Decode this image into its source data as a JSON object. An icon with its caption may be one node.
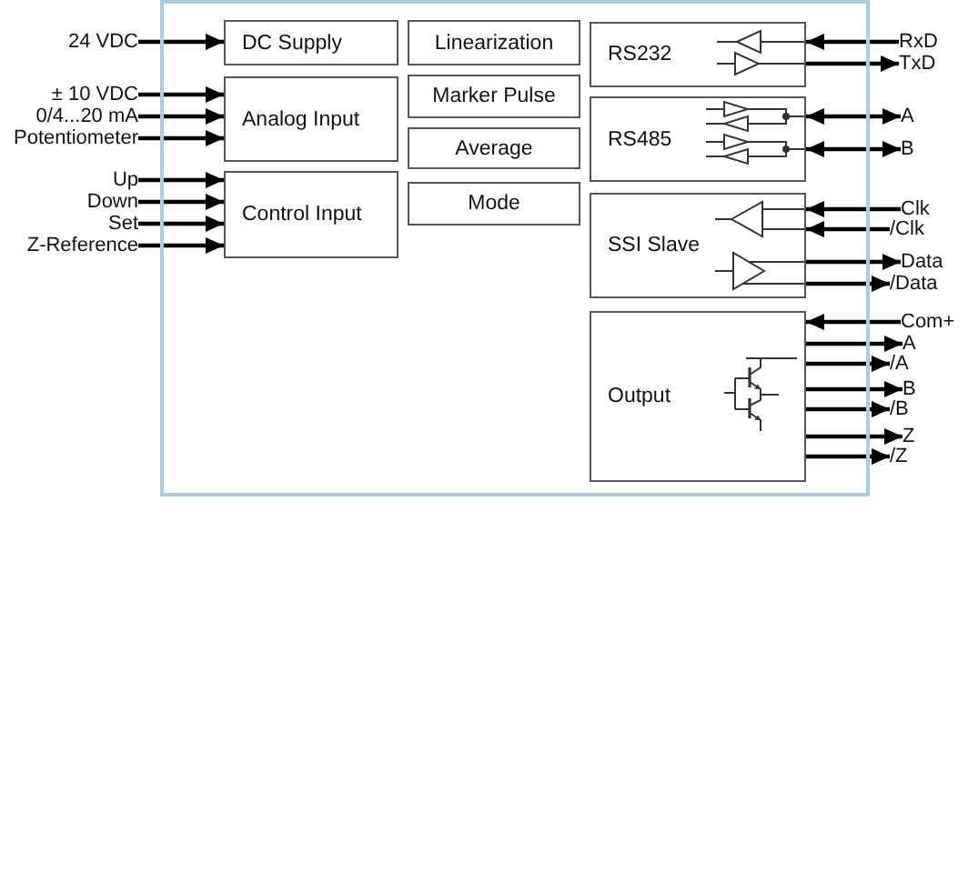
{
  "diagram": {
    "nodes": [
      {
        "text": [],
        "shape": "box"
      },
      {
        "text": [
          "24 VDC"
        ]
      },
      {
        "text": [
          "DC Supply"
        ],
        "in": 0
      },
      {
        "text": [
          "Linearization"
        ],
        "in": 0
      },
      {
        "text": [
          "RS232"
        ],
        "in": 0
      },
      {
        "text": [
          "RxD"
        ]
      },
      {
        "text": [
          "TxD"
        ]
      },
      {
        "text": [
          "± 10 VDC"
        ]
      },
      {
        "text": [
          "0/4...20 mA"
        ]
      },
      {
        "text": [
          "Potentiometer"
        ]
      },
      {
        "text": [
          "Analog Input"
        ],
        "in": 0
      },
      {
        "text": [
          "Marker Pulse"
        ],
        "in": 0
      },
      {
        "text": [
          "Average"
        ],
        "in": 0
      },
      {
        "text": [
          "RS485"
        ],
        "in": 0
      },
      {
        "text": [
          "A"
        ]
      },
      {
        "text": [
          "B"
        ]
      },
      {
        "text": [
          "Up"
        ]
      },
      {
        "text": [
          "Down"
        ]
      },
      {
        "text": [
          "Set"
        ]
      },
      {
        "text": [
          "Z-Reference"
        ]
      },
      {
        "text": [
          "Control Input"
        ],
        "in": 0
      },
      {
        "text": [
          "Mode"
        ],
        "in": 0
      },
      {
        "text": [
          "SSI Slave"
        ],
        "in": 0
      },
      {
        "text": [
          "Clk"
        ]
      },
      {
        "text": [
          "/Clk"
        ]
      },
      {
        "text": [
          "Data"
        ]
      },
      {
        "text": [
          "/Data"
        ]
      },
      {
        "text": [
          "Output"
        ],
        "in": 0
      },
      {
        "text": [
          "Com+"
        ]
      },
      {
        "text": [
          "A"
        ]
      },
      {
        "text": [
          "/A"
        ]
      },
      {
        "text": [
          "B"
        ]
      },
      {
        "text": [
          "/B"
        ]
      },
      {
        "text": [
          "Z"
        ]
      },
      {
        "text": [
          "/Z"
        ]
      }
    ],
    "edges": [
      {
        "from": 1,
        "to": 2,
        "arrow": "to"
      },
      {
        "from": 5,
        "to": 4,
        "arrow": "to"
      },
      {
        "from": 4,
        "to": 6,
        "arrow": "to"
      },
      {
        "from": 7,
        "to": 10,
        "arrow": "to"
      },
      {
        "from": 8,
        "to": 10,
        "arrow": "to"
      },
      {
        "from": 9,
        "to": 10,
        "arrow": "to"
      },
      {
        "from": 13,
        "to": 14,
        "arrow": "both"
      },
      {
        "from": 13,
        "to": 15,
        "arrow": "both"
      },
      {
        "from": 16,
        "to": 20,
        "arrow": "to"
      },
      {
        "from": 17,
        "to": 20,
        "arrow": "to"
      },
      {
        "from": 18,
        "to": 20,
        "arrow": "to"
      },
      {
        "from": 19,
        "to": 20,
        "arrow": "to"
      },
      {
        "from": 23,
        "to": 22,
        "arrow": "to"
      },
      {
        "from": 24,
        "to": 22,
        "arrow": "to"
      },
      {
        "from": 22,
        "to": 25,
        "arrow": "to"
      },
      {
        "from": 22,
        "to": 26,
        "arrow": "to"
      },
      {
        "from": 28,
        "to": 27,
        "arrow": "to"
      },
      {
        "from": 27,
        "to": 29,
        "arrow": "to"
      },
      {
        "from": 27,
        "to": 30,
        "arrow": "to"
      },
      {
        "from": 27,
        "to": 31,
        "arrow": "to"
      },
      {
        "from": 27,
        "to": 32,
        "arrow": "to"
      },
      {
        "from": 27,
        "to": 33,
        "arrow": "to"
      },
      {
        "from": 27,
        "to": 34,
        "arrow": "to"
      }
    ]
  }
}
